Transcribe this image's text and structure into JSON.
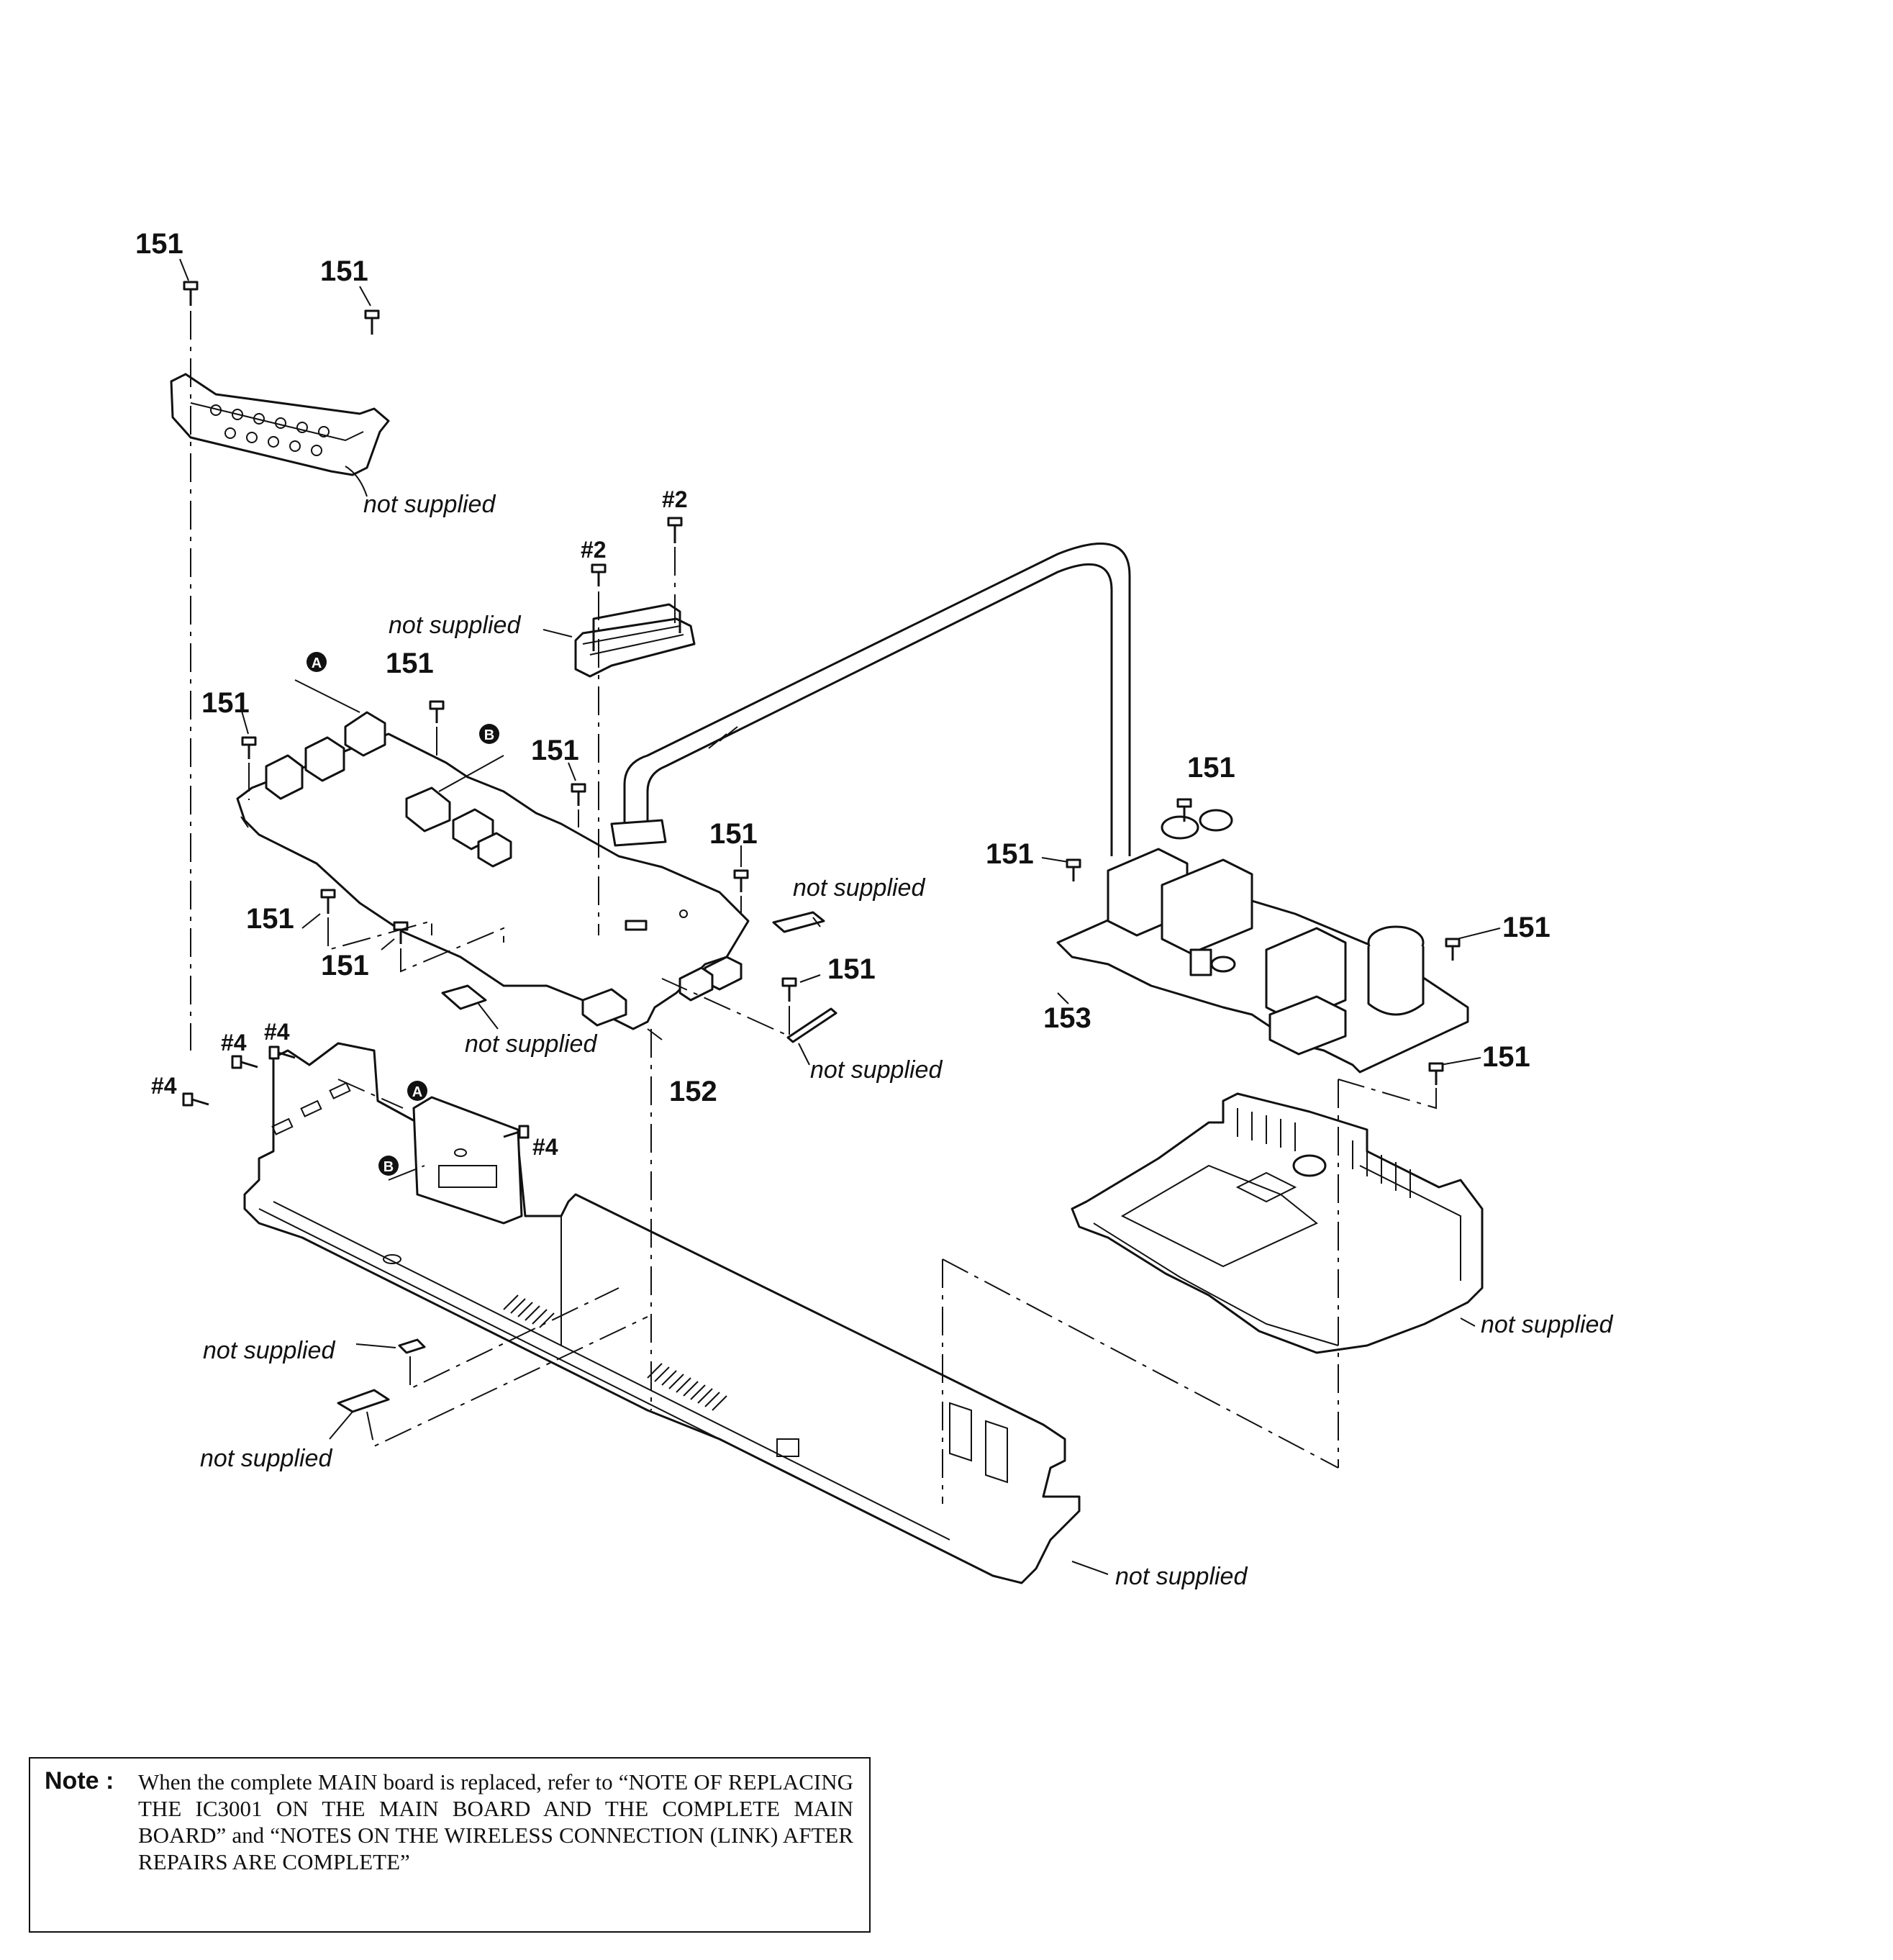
{
  "labels": {
    "p151": "151",
    "p152": "152",
    "p153": "153",
    "s2": "#2",
    "s4": "#4",
    "ns": "not supplied",
    "markA": "A",
    "markB": "B"
  },
  "note": {
    "key": "Note :",
    "text": "When the complete MAIN board is replaced, refer to “NOTE OF REPLACING THE IC3001 ON THE MAIN BOARD AND THE COMPLETE MAIN BOARD” and “NOTES ON THE WIRELESS CONNECTION (LINK) AFTER REPAIRS ARE COMPLETE”"
  }
}
